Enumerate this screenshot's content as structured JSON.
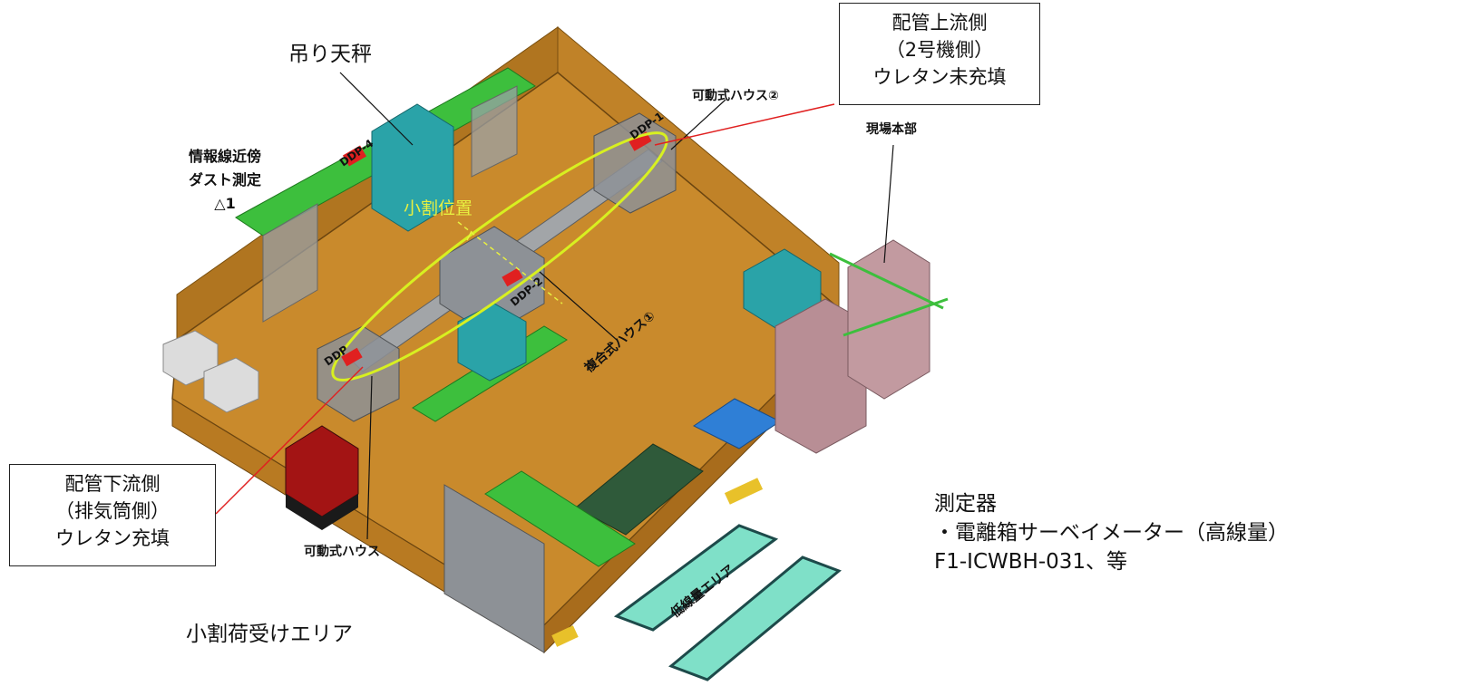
{
  "callouts": {
    "upstream": [
      "配管上流側",
      "（2号機側）",
      "ウレタン未充填"
    ],
    "downstream": [
      "配管下流側",
      "（排気筒側）",
      "ウレタン充填"
    ]
  },
  "labels": {
    "hoist": "吊り天秤",
    "dust": [
      "情報線近傍",
      "ダスト測定",
      "△1"
    ],
    "cut_position": "小割位置",
    "movable_house_2": "可動式ハウス②",
    "site_hq": "現場本部",
    "composite_house_1": "複合式ハウス①",
    "movable_house": "可動式ハウス",
    "receiving_area": "小割荷受けエリア",
    "low_dose_area": "低線量エリア",
    "ddp4": "DDP-4",
    "ddp1": "DDP-1",
    "ddp2": "DDP-2",
    "ddp3": "DDP"
  },
  "instrument": {
    "heading": "測定器",
    "line1": "・電離箱サーベイメーター（高線量）",
    "line2": "F1-ICWBH-031、等"
  },
  "colors": {
    "floor": "#c98a2c",
    "wall": "#b87a22",
    "green": "#3dbf3d",
    "teal": "#2aa3a8",
    "gray": "#9aa0a6",
    "pink": "#b88e95",
    "callout_line": "#e02020",
    "ellipse": "#d8f020",
    "low_dose_fill": "#7fe0c8"
  }
}
